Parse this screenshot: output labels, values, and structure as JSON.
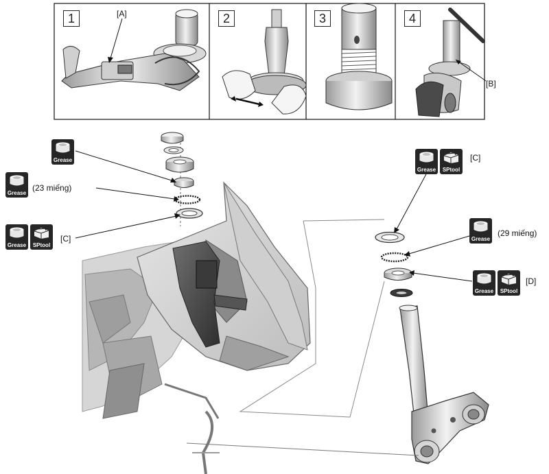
{
  "steps": [
    {
      "number": "1",
      "callout": "[A]"
    },
    {
      "number": "2",
      "callout": ""
    },
    {
      "number": "3",
      "callout": ""
    },
    {
      "number": "4",
      "callout": "[B]"
    }
  ],
  "icons": {
    "grease_text": "Grease",
    "sptool_text": "SPtool"
  },
  "labels": {
    "left_balls": "(23 miếng)",
    "left_c": "[C]",
    "right_c": "[C]",
    "right_balls": "(29 miếng)",
    "right_d": "[D]"
  }
}
